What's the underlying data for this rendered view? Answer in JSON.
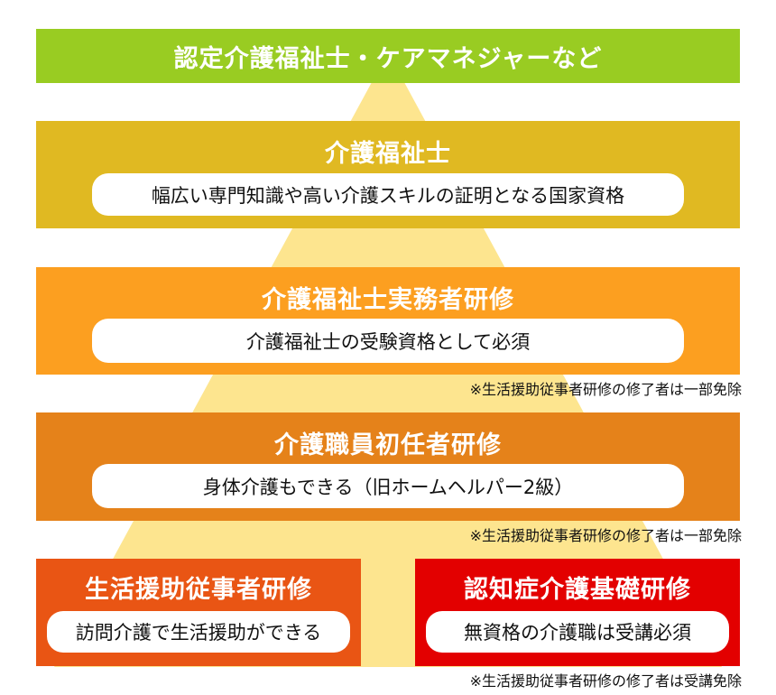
{
  "colors": {
    "pyramid": "#fde58f",
    "tier_top": "#99cc22",
    "tier_2": "#e0b922",
    "tier_3": "#fc9f20",
    "tier_4": "#e5821a",
    "tier_5_left": "#e95514",
    "tier_5_right": "#e30000"
  },
  "tiers": [
    {
      "title": "認定介護福祉士・ケアマネジャーなど"
    },
    {
      "title": "介護福祉士",
      "description": "幅広い専門知識や高い介護スキルの証明となる国家資格"
    },
    {
      "title": "介護福祉士実務者研修",
      "description": "介護福祉士の受験資格として必須",
      "note": "※生活援助従事者研修の修了者は一部免除"
    },
    {
      "title": "介護職員初任者研修",
      "description": "身体介護もできる（旧ホームヘルパー2級）",
      "note": "※生活援助従事者研修の修了者は一部免除"
    }
  ],
  "base": {
    "left": {
      "title": "生活援助従事者研修",
      "description": "訪問介護で生活援助ができる"
    },
    "right": {
      "title": "認知症介護基礎研修",
      "description": "無資格の介護職は受講必須",
      "note": "※生活援助従事者研修の修了者は受講免除"
    }
  }
}
